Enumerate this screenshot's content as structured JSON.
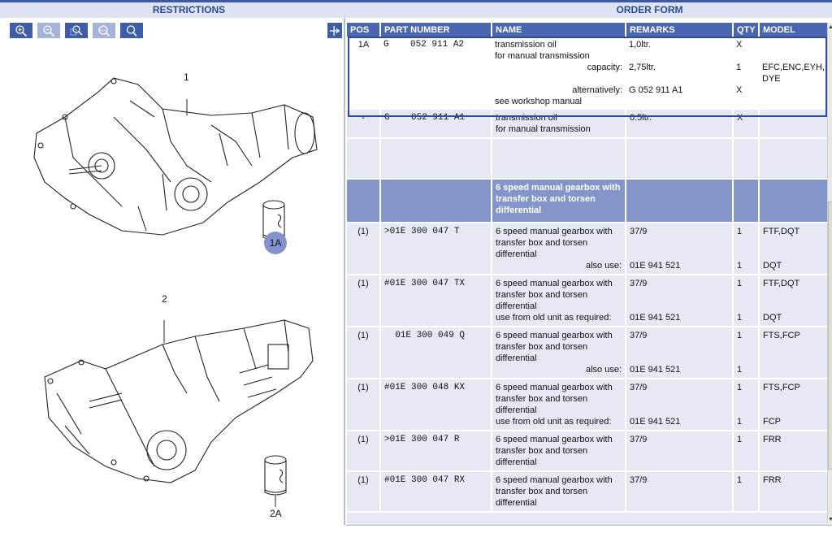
{
  "panes": {
    "left_title": "RESTRICTIONS",
    "right_title": "ORDER FORM"
  },
  "toolbar": {
    "buttons": [
      {
        "name": "zoom-in",
        "icon": "zoom-in-icon",
        "enabled": true
      },
      {
        "name": "zoom-out",
        "icon": "zoom-out-icon",
        "enabled": false
      },
      {
        "name": "zoom-area",
        "icon": "zoom-area-icon",
        "enabled": true
      },
      {
        "name": "zoom-100",
        "icon": "zoom-100-icon",
        "label": "100%",
        "enabled": false
      },
      {
        "name": "zoom-fit",
        "icon": "magnifier-icon",
        "enabled": true
      }
    ],
    "expand_icon": "expand-arrow-icon"
  },
  "illustration": {
    "callouts": [
      "1",
      "1A",
      "2",
      "2A"
    ],
    "highlighted_callout": "1A",
    "highlight_color": "#8392cf"
  },
  "table": {
    "columns": [
      "POS",
      "PART NUMBER",
      "NAME",
      "REMARKS",
      "QTY",
      "MODEL"
    ],
    "rows": [
      {
        "type": "selected",
        "pos": "1A",
        "part_number": "G    052 911 A2",
        "lines": [
          {
            "name": "transmission oil",
            "remarks": "1,0ltr.",
            "qty": "X",
            "model": ""
          },
          {
            "name": "for manual transmission",
            "remarks": "",
            "qty": "",
            "model": ""
          },
          {
            "label": "capacity:",
            "remarks": "2,75ltr.",
            "qty": "1",
            "model": "EFC,ENC,EYH,"
          },
          {
            "name": "",
            "remarks": "",
            "qty": "",
            "model": "DYE"
          },
          {
            "label": "alternatively:",
            "remarks": "G   052 911 A1",
            "qty": "X",
            "model": ""
          },
          {
            "name": "see workshop manual",
            "remarks": "",
            "qty": "",
            "model": ""
          }
        ]
      },
      {
        "type": "normal",
        "pos": "-",
        "part_number": "G    052 911 A1",
        "lines": [
          {
            "name": "transmission oil",
            "remarks": "0.5ltr.",
            "qty": "X",
            "model": ""
          },
          {
            "name": "for manual transmission",
            "remarks": "",
            "qty": "",
            "model": ""
          }
        ]
      },
      {
        "type": "blank"
      },
      {
        "type": "section",
        "name": "6 speed manual gearbox with transfer box and torsen differential"
      },
      {
        "type": "normal",
        "pos": "(1)",
        "part_number": ">01E 300 047 T",
        "lines": [
          {
            "name": "6 speed manual gearbox with",
            "remarks": "37/9",
            "qty": "1",
            "model": "FTF,DQT"
          },
          {
            "name": "transfer box and torsen"
          },
          {
            "name": "differential"
          },
          {
            "label": "also use:",
            "remarks": "01E 941 521",
            "qty": "1",
            "model": "DQT"
          }
        ]
      },
      {
        "type": "normal",
        "pos": "(1)",
        "part_number": "#01E 300 047 TX",
        "lines": [
          {
            "name": "6 speed manual gearbox with",
            "remarks": "37/9",
            "qty": "1",
            "model": "FTF,DQT"
          },
          {
            "name": "transfer box and torsen"
          },
          {
            "name": "differential"
          },
          {
            "name": "use from old unit as required:",
            "remarks": "01E 941 521",
            "qty": "1",
            "model": "DQT"
          }
        ]
      },
      {
        "type": "normal",
        "pos": "(1)",
        "part_number": "  01E 300 049 Q",
        "lines": [
          {
            "name": "6 speed manual gearbox with",
            "remarks": "37/9",
            "qty": "1",
            "model": "FTS,FCP"
          },
          {
            "name": "transfer box and torsen"
          },
          {
            "name": "differential"
          },
          {
            "label": "also use:",
            "remarks": "01E 941 521",
            "qty": "1",
            "model": ""
          }
        ]
      },
      {
        "type": "normal",
        "pos": "(1)",
        "part_number": "#01E 300 048 KX",
        "lines": [
          {
            "name": "6 speed manual gearbox with",
            "remarks": "37/9",
            "qty": "1",
            "model": "FTS,FCP"
          },
          {
            "name": "transfer box and torsen"
          },
          {
            "name": "differential"
          },
          {
            "name": "use from old unit as required:",
            "remarks": "01E 941 521",
            "qty": "1",
            "model": "FCP"
          }
        ]
      },
      {
        "type": "normal",
        "pos": "(1)",
        "part_number": ">01E 300 047 R",
        "lines": [
          {
            "name": "6 speed manual gearbox with",
            "remarks": "37/9",
            "qty": "1",
            "model": "FRR"
          },
          {
            "name": "transfer box and torsen"
          },
          {
            "name": "differential"
          }
        ]
      },
      {
        "type": "normal",
        "pos": "(1)",
        "part_number": "#01E 300 047 RX",
        "lines": [
          {
            "name": "6 speed manual gearbox with",
            "remarks": "37/9",
            "qty": "1",
            "model": "FRR"
          },
          {
            "name": "transfer box and torsen"
          },
          {
            "name": "differential"
          }
        ]
      }
    ]
  },
  "colors": {
    "header_blue": "#4a66b2",
    "section_blue": "#8395c9",
    "row_bg": "#e6e9f4",
    "title_text": "#2c4a94"
  }
}
